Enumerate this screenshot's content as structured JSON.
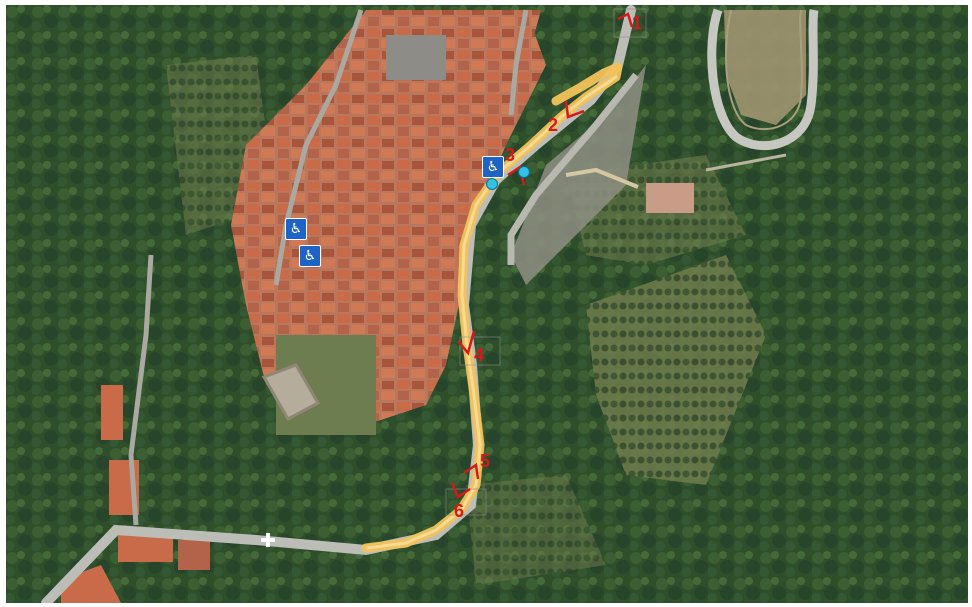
{
  "map": {
    "imagery": "aerial-satellite",
    "route_color": "#f2c25a",
    "marker_color": "#d41a1a",
    "markers": [
      {
        "label": "1",
        "icon": "direction-arrow-icon"
      },
      {
        "label": "2",
        "icon": "direction-arrow-icon"
      },
      {
        "label": "3",
        "icon": "direction-arrow-icon"
      },
      {
        "label": "4",
        "icon": "direction-arrow-icon"
      },
      {
        "label": "5",
        "icon": "direction-arrow-icon"
      },
      {
        "label": "6",
        "icon": "direction-arrow-icon"
      }
    ],
    "accessibility_icons": [
      {
        "icon": "wheelchair-icon",
        "glyph": "♿"
      },
      {
        "icon": "wheelchair-icon",
        "glyph": "♿"
      },
      {
        "icon": "wheelchair-icon",
        "glyph": "♿"
      }
    ],
    "poi_markers": [
      {
        "icon": "blue-dot-icon"
      },
      {
        "icon": "blue-dot-icon"
      }
    ],
    "other_icons": [
      {
        "icon": "cross-icon"
      }
    ]
  }
}
